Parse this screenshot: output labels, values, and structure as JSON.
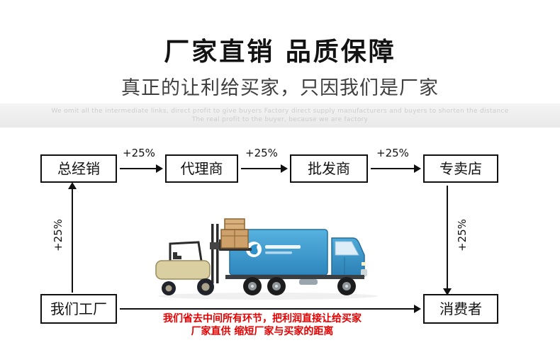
{
  "header": {
    "title": "厂家直销  品质保障",
    "subtitle": "真正的让利给买家，只因我们是厂家",
    "watermark_line1": "We omit all the intermediate links, direct profit to give buyers Factory direct supply manufacturers and buyers to shorten the distance",
    "watermark_line2": "The real profit to the buyer, because we are factory"
  },
  "flow": {
    "top_nodes": [
      {
        "label": "总经销"
      },
      {
        "label": "代理商"
      },
      {
        "label": "批发商"
      },
      {
        "label": "专卖店"
      }
    ],
    "increments": [
      "+25%",
      "+25%",
      "+25%"
    ],
    "left_increment": "+25%",
    "right_increment": "+25%",
    "factory_label": "我们工厂",
    "consumer_label": "消费者"
  },
  "footer": {
    "line1": "我们省去中间所有环节，把利润直接让给买家",
    "line2": "厂家直供 缩短厂家与买家的距离"
  },
  "colors": {
    "accent_red": "#e60000",
    "truck_blue": "#3aa0d8",
    "line_black": "#111111"
  }
}
